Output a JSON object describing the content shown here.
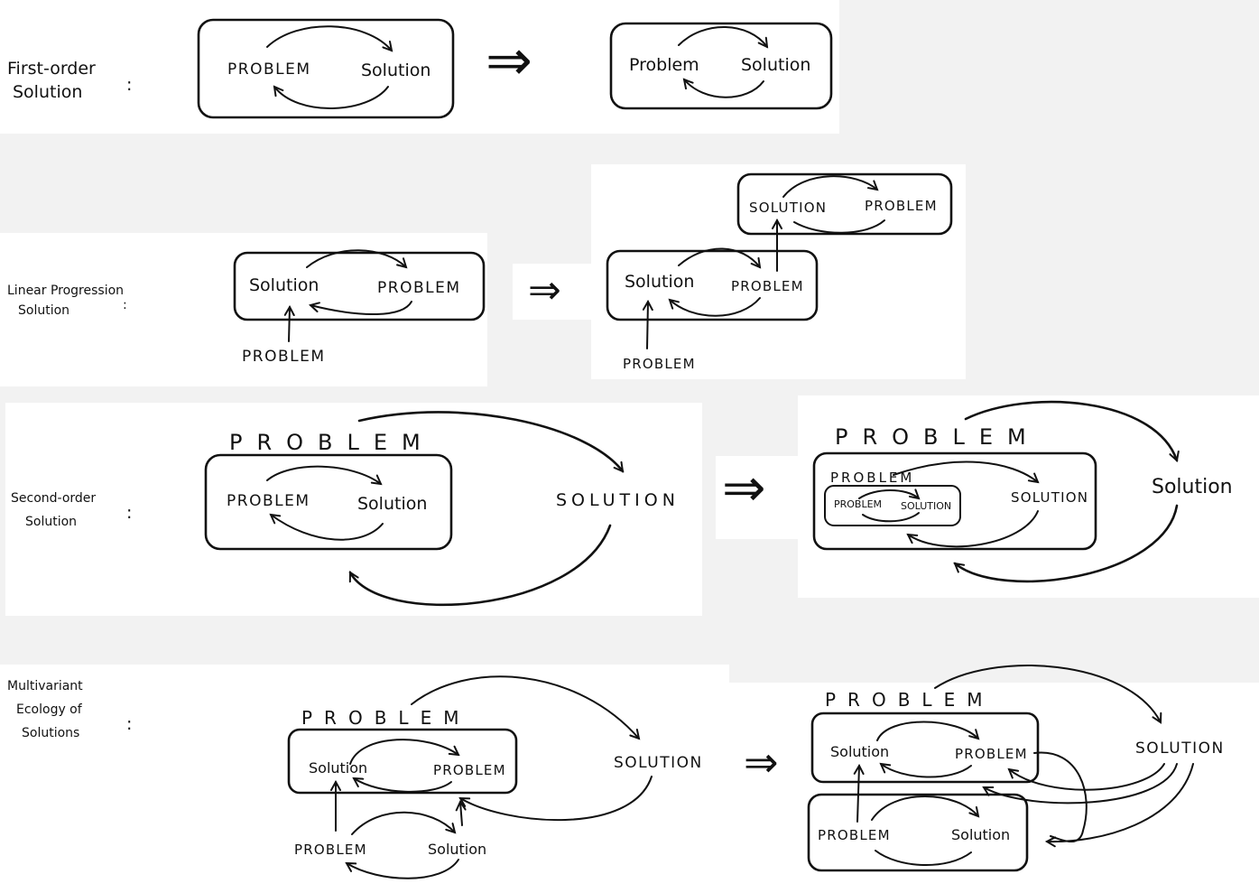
{
  "rows": [
    {
      "label_lines": [
        "First-order",
        "Solution"
      ],
      "colon": ":",
      "left": {
        "a": "PROBLEM",
        "b": "Solution"
      },
      "right": {
        "a": "Problem",
        "b": "Solution"
      }
    },
    {
      "label_lines": [
        "Linear Progression",
        "Solution"
      ],
      "colon": ":",
      "left": {
        "a": "Solution",
        "b": "PROBLEM",
        "input": "PROBLEM"
      },
      "right": {
        "a": "Solution",
        "b": "PROBLEM",
        "input": "PROBLEM",
        "next_a": "SOLUTION",
        "next_b": "PROBLEM"
      }
    },
    {
      "label_lines": [
        "Second-order",
        "Solution"
      ],
      "colon": ":",
      "left": {
        "outer": "PROBLEM",
        "a": "PROBLEM",
        "b": "Solution",
        "meta": "SOLUTION"
      },
      "right": {
        "outer": "PROBLEM",
        "mid": "PROBLEM",
        "inner_a": "PROBLEM",
        "inner_b": "SOLUTION",
        "mid_solution": "SOLUTION",
        "meta": "Solution"
      }
    },
    {
      "label_lines": [
        "Multivariant",
        "Ecology of",
        "Solutions"
      ],
      "colon": ":",
      "left": {
        "outer": "PROBLEM",
        "a": "Solution",
        "b": "PROBLEM",
        "meta": "SOLUTION",
        "c": "PROBLEM",
        "d": "Solution"
      },
      "right": {
        "outer": "PROBLEM",
        "a": "Solution",
        "b": "PROBLEM",
        "meta": "SOLUTION",
        "c": "PROBLEM",
        "d": "Solution"
      }
    }
  ],
  "implies": "⇒"
}
